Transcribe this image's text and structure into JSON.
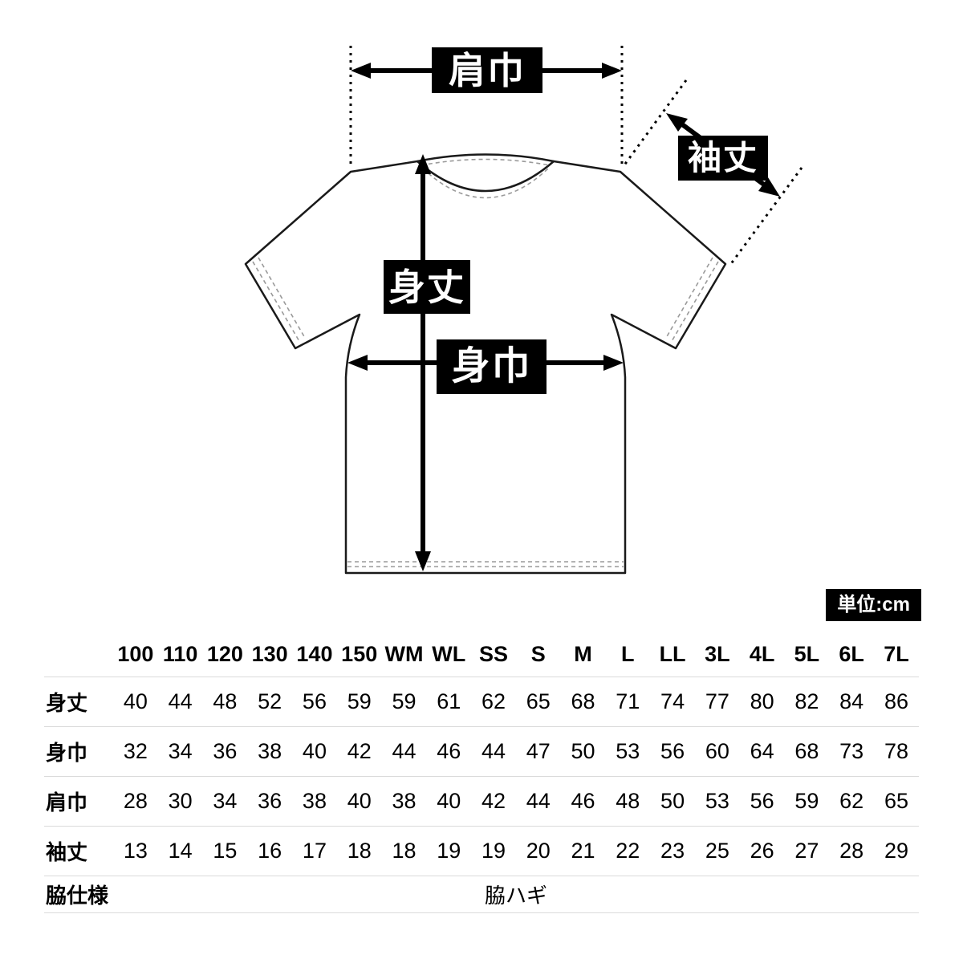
{
  "diagram": {
    "shoulder_label": "肩巾",
    "sleeve_label": "袖丈",
    "length_label": "身丈",
    "width_label": "身巾",
    "unit_badge": "単位:cm"
  },
  "table": {
    "corner": "",
    "sizes": [
      "100",
      "110",
      "120",
      "130",
      "140",
      "150",
      "WM",
      "WL",
      "SS",
      "S",
      "M",
      "L",
      "LL",
      "3L",
      "4L",
      "5L",
      "6L",
      "7L"
    ],
    "rows": [
      {
        "label": "身丈",
        "values": [
          "40",
          "44",
          "48",
          "52",
          "56",
          "59",
          "59",
          "61",
          "62",
          "65",
          "68",
          "71",
          "74",
          "77",
          "80",
          "82",
          "84",
          "86"
        ]
      },
      {
        "label": "身巾",
        "values": [
          "32",
          "34",
          "36",
          "38",
          "40",
          "42",
          "44",
          "46",
          "44",
          "47",
          "50",
          "53",
          "56",
          "60",
          "64",
          "68",
          "73",
          "78"
        ]
      },
      {
        "label": "肩巾",
        "values": [
          "28",
          "30",
          "34",
          "36",
          "38",
          "40",
          "38",
          "40",
          "42",
          "44",
          "46",
          "48",
          "50",
          "53",
          "56",
          "59",
          "62",
          "65"
        ]
      },
      {
        "label": "袖丈",
        "values": [
          "13",
          "14",
          "15",
          "16",
          "17",
          "18",
          "18",
          "19",
          "19",
          "20",
          "21",
          "22",
          "23",
          "25",
          "26",
          "27",
          "28",
          "29"
        ]
      }
    ],
    "footer": {
      "label": "脇仕様",
      "value": "脇ハギ"
    }
  }
}
